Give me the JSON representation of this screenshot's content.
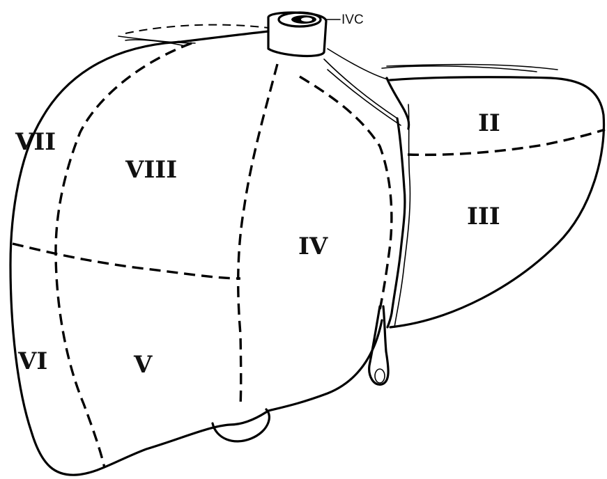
{
  "diagram": {
    "vessel_label": "IVC",
    "segments": {
      "II": "II",
      "III": "III",
      "IV": "IV",
      "V": "V",
      "VI": "VI",
      "VII": "VII",
      "VIII": "VIII"
    }
  }
}
